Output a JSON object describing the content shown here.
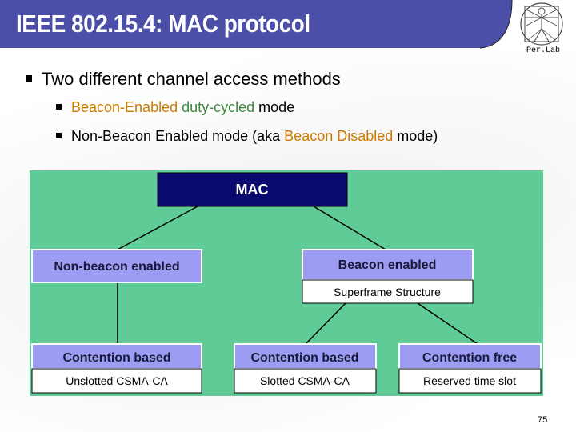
{
  "slide": {
    "title": "IEEE 802.15.4: MAC protocol",
    "logo_text": "Per.Lab",
    "page_number": "75",
    "colors": {
      "title_bar": "#4b4fa8",
      "diagram_bg": "#5fcc98",
      "mac_box": "#0a0a6e",
      "method_box": "#9c9cf2",
      "highlight_orange": "#cc7a00",
      "highlight_green": "#3c8a3c"
    }
  },
  "bullets": {
    "main": "Two different channel access methods",
    "sub1": {
      "part1": "Beacon-Enabled",
      "part2": " ",
      "part3": "duty-cycled",
      "part4": " mode"
    },
    "sub2": {
      "part1": "Non-Beacon Enabled mode (aka ",
      "part2": "Beacon Disabled",
      "part3": " mode)"
    }
  },
  "diagram": {
    "root": "MAC",
    "non_beacon": "Non-beacon enabled",
    "beacon": "Beacon enabled",
    "superframe": "Superframe Structure",
    "leaf1": {
      "title": "Contention based",
      "sub": "Unslotted CSMA-CA"
    },
    "leaf2": {
      "title": "Contention based",
      "sub": "Slotted CSMA-CA"
    },
    "leaf3": {
      "title": "Contention free",
      "sub": "Reserved time slot"
    }
  }
}
